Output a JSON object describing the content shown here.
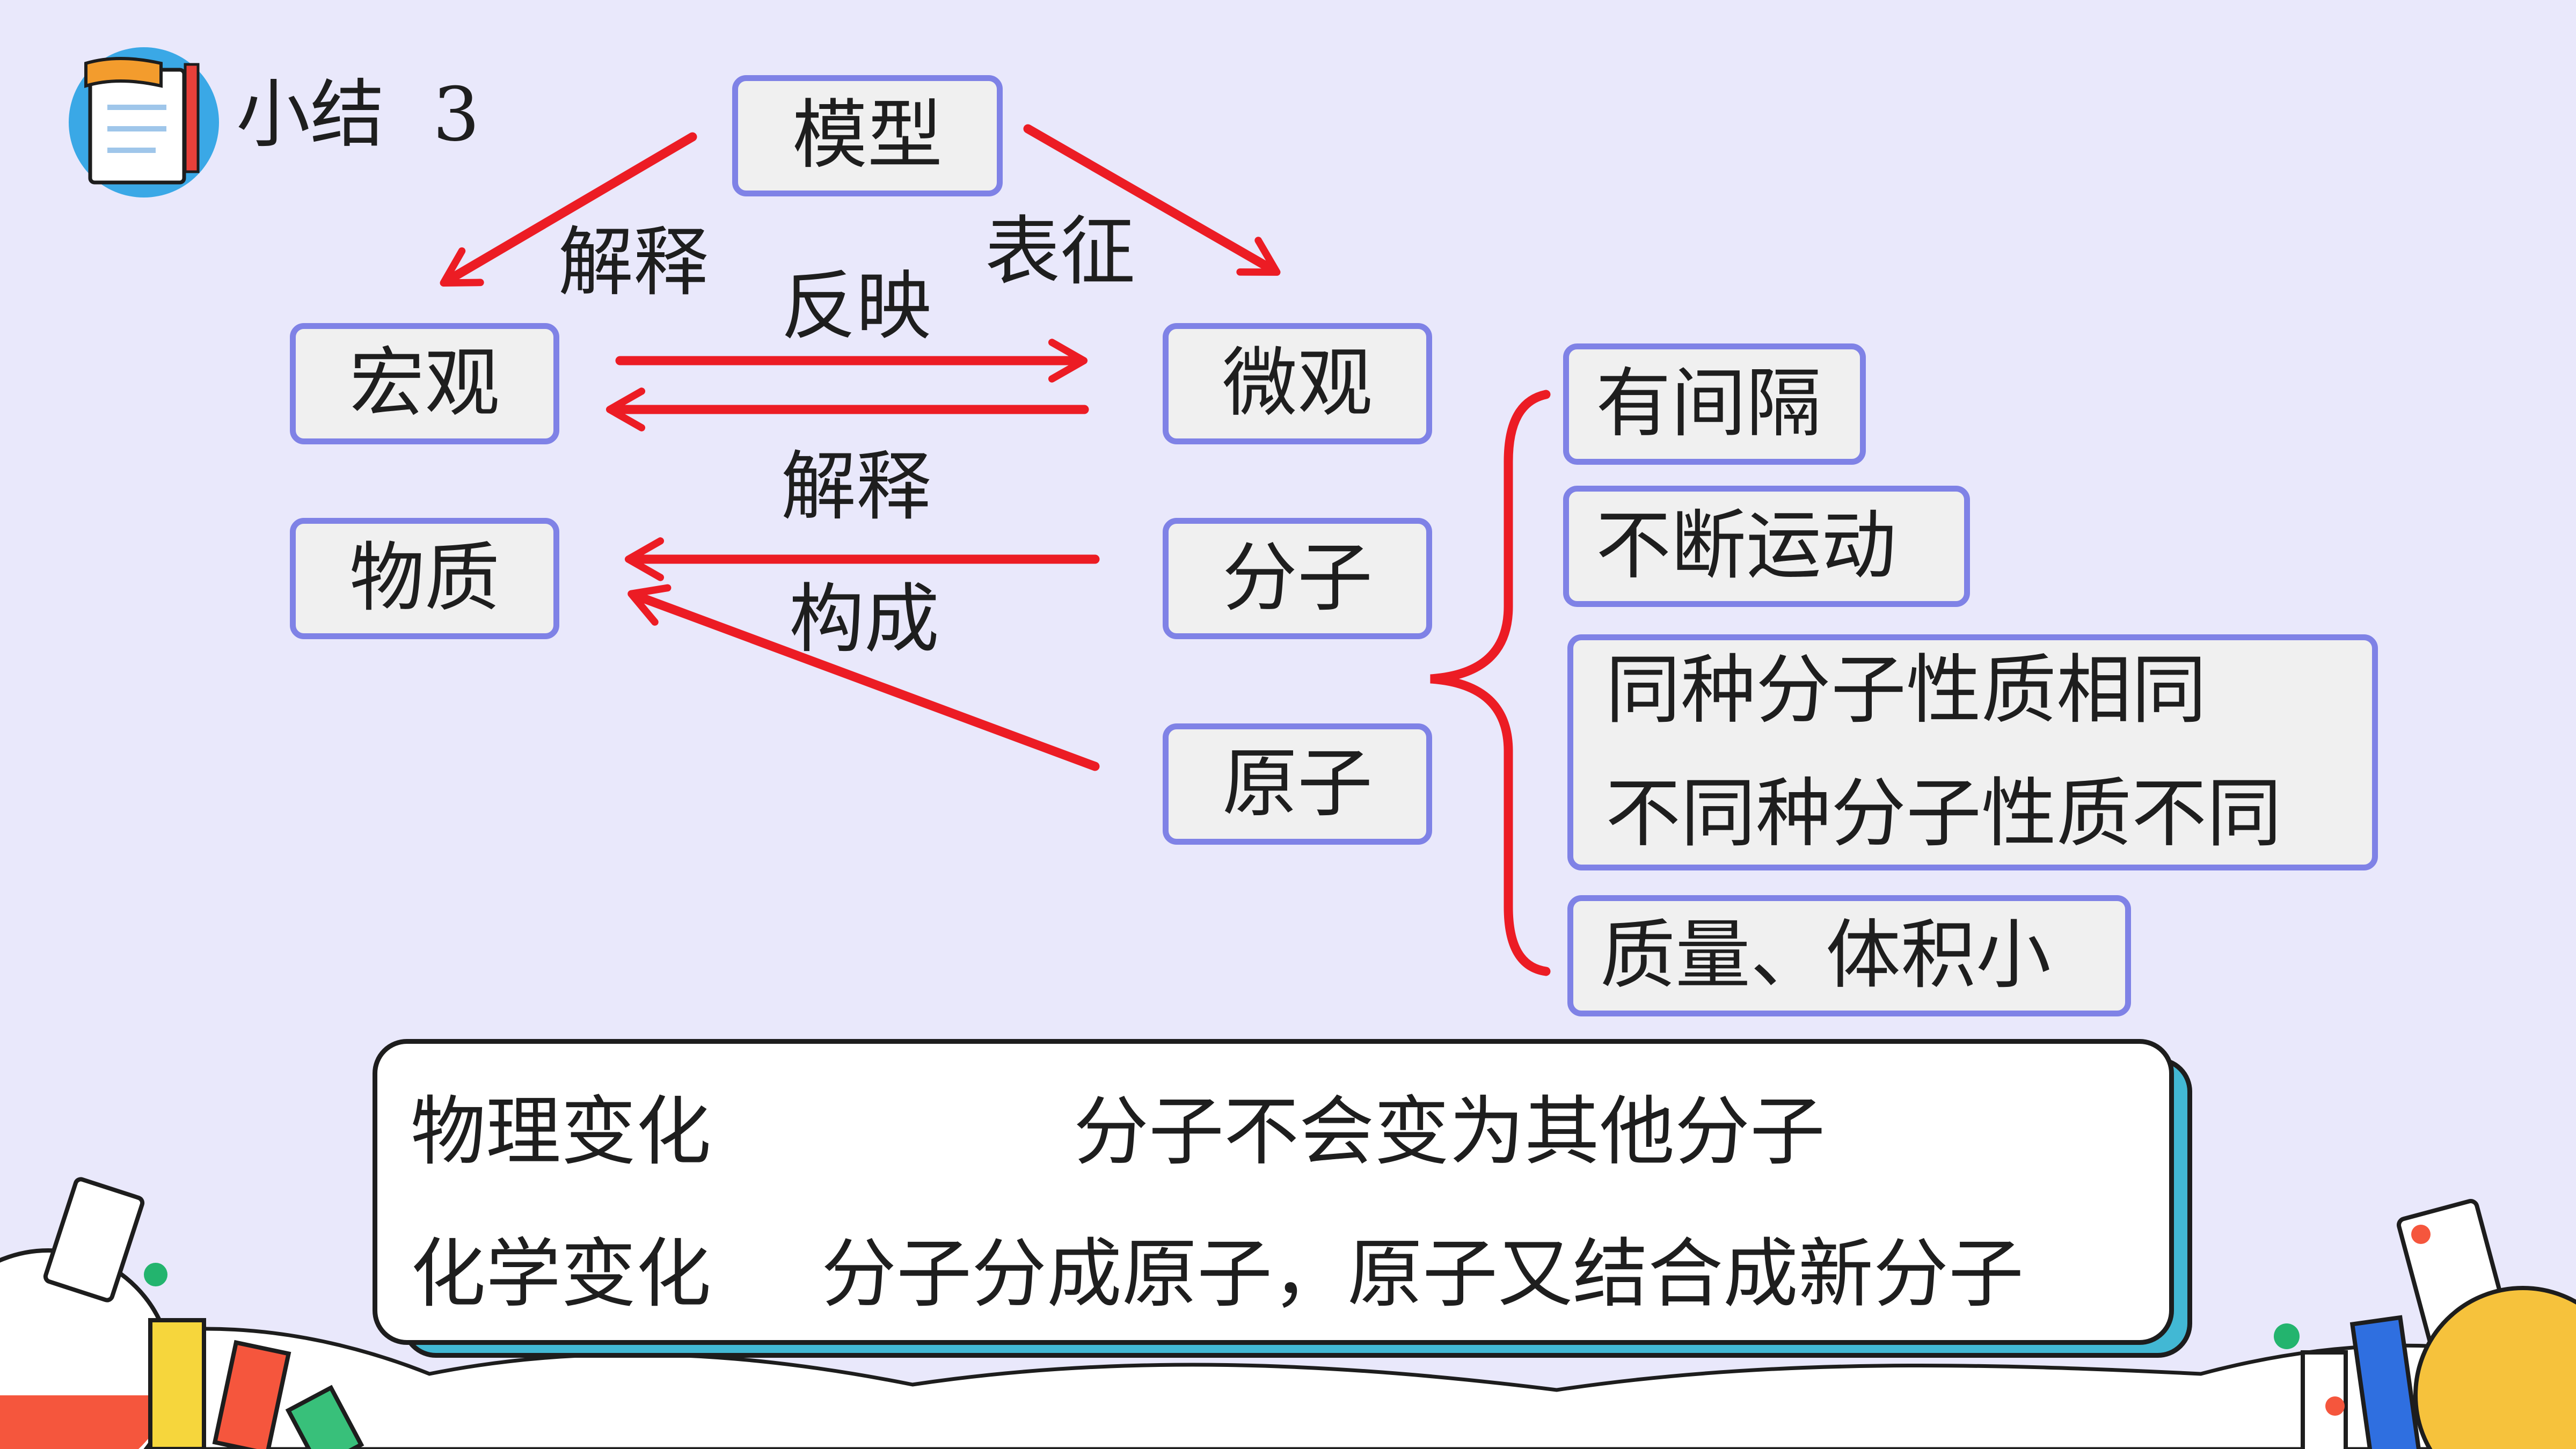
{
  "title": {
    "label": "小结",
    "number": "3"
  },
  "nodes": {
    "model": "模型",
    "macro": "宏观",
    "micro": "微观",
    "matter": "物质",
    "molecule": "分子",
    "atom": "原子"
  },
  "edge_labels": {
    "explain_top": "解释",
    "characterize": "表征",
    "reflect": "反映",
    "explain_mid": "解释",
    "compose": "构成"
  },
  "properties": {
    "gap": "有间隔",
    "motion": "不断运动",
    "same_line1": "同种分子性质相同",
    "same_line2": "不同种分子性质不同",
    "small": "质量、体积小"
  },
  "summary": {
    "physical_term": "物理变化",
    "physical_desc": "分子不会变为其他分子",
    "chemical_term": "化学变化",
    "chemical_desc": "分子分成原子，原子又结合成新分子"
  },
  "colors": {
    "arrow": "#ec1c24",
    "box_border": "#7f82e6",
    "box_fill": "#f0f0f0",
    "background": "#e9e8fb",
    "panel_shadow": "#42b8d4"
  }
}
